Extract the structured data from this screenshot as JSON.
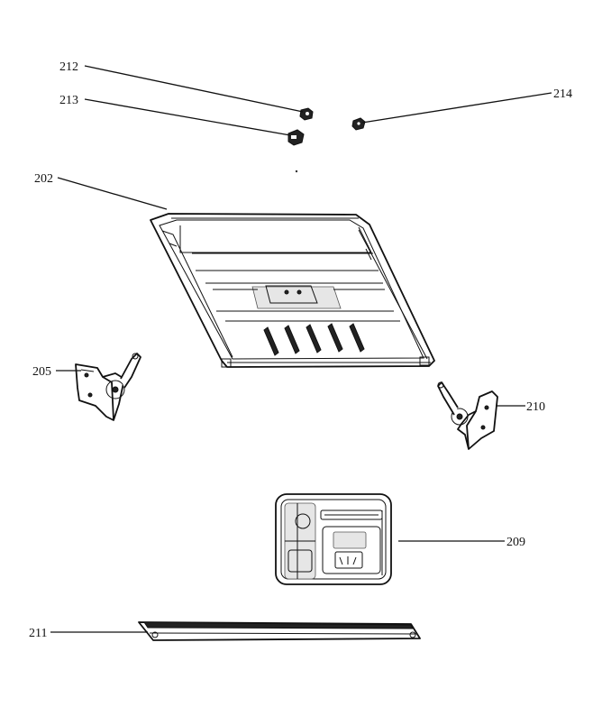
{
  "callouts": [
    {
      "id": "212",
      "part": "small-clip-212"
    },
    {
      "id": "213",
      "part": "small-clip-213"
    },
    {
      "id": "214",
      "part": "small-clip-214"
    },
    {
      "id": "202",
      "part": "door-frame"
    },
    {
      "id": "205",
      "part": "left-hinge"
    },
    {
      "id": "210",
      "part": "right-hinge"
    },
    {
      "id": "209",
      "part": "dispenser"
    },
    {
      "id": "211",
      "part": "bottom-rail"
    }
  ],
  "colors": {
    "line": "#111111",
    "fill": "#ffffff",
    "shade": "#e6e6e6"
  }
}
